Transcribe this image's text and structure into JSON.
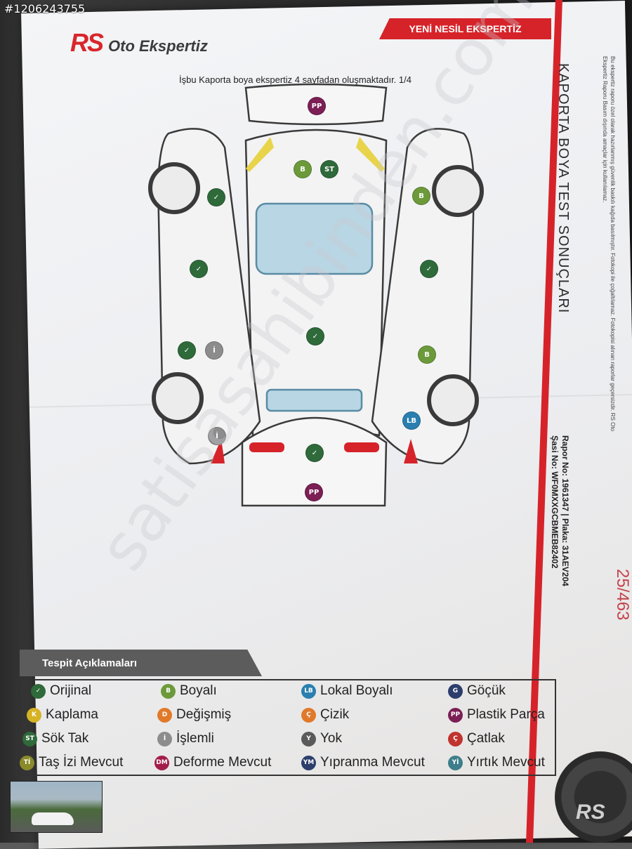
{
  "watermark_id": "#1206243755",
  "logo": {
    "rs": "RS",
    "name": "Oto Ekspertiz"
  },
  "banner": "YENİ NESİL EKSPERTİZ",
  "subtitle": "İşbu Kaporta boya ekspertiz 4 sayfadan oluşmaktadır. 1/4",
  "vertical_title": "KAPORTA BOYA TEST SONUÇLARI",
  "vertical_note": "Bu ekspertiz raporu özel olarak hazırlanmış güvenlik baskılı kağıda basılmıştır. Fotokopi ile çoğaltılamaz. Fotokopisi alınan raporlar geçersizdir. RS Oto Ekspertiz Raporu Basım dışında amaçlar için kullanılamaz.",
  "report": {
    "line1": "Rapor No: 1961347 | Plaka: 31AEV204",
    "line2": "Şasi No: WF0MXXGCBMEB82402"
  },
  "hand_number": "25/463",
  "site_watermark": "satisasahibinden.com",
  "marks": [
    {
      "code": "PP",
      "color": "#7b1f55"
    },
    {
      "code": "B",
      "color": "#6c9a3a"
    },
    {
      "code": "ST",
      "color": "#2f6a3a"
    },
    {
      "code": "",
      "color": "#2f6a3a"
    },
    {
      "code": "B",
      "color": "#6c9a3a"
    },
    {
      "code": "",
      "color": "#2f6a3a"
    },
    {
      "code": "",
      "color": "#2f6a3a"
    },
    {
      "code": "",
      "color": "#2f6a3a"
    },
    {
      "code": "İ",
      "color": "#8c8c8c"
    },
    {
      "code": "B",
      "color": "#6c9a3a"
    },
    {
      "code": "",
      "color": "#2f6a3a"
    },
    {
      "code": "İ",
      "color": "#8c8c8c"
    },
    {
      "code": "LB",
      "color": "#2a7fb0"
    },
    {
      "code": "",
      "color": "#2f6a3a"
    },
    {
      "code": "PP",
      "color": "#7b1f55"
    }
  ],
  "legend": {
    "title": "Tespit Açıklamaları",
    "items": [
      {
        "code": "",
        "label": "Orijinal",
        "color": "#2f6a3a",
        "icon": "check-icon"
      },
      {
        "code": "B",
        "label": "Boyalı",
        "color": "#6c9a3a"
      },
      {
        "code": "LB",
        "label": "Lokal Boyalı",
        "color": "#2a7fb0"
      },
      {
        "code": "G",
        "label": "Göçük",
        "color": "#2c3e6b"
      },
      {
        "code": "K",
        "label": "Kaplama",
        "color": "#d6b324"
      },
      {
        "code": "D",
        "label": "Değişmiş",
        "color": "#e07a2a"
      },
      {
        "code": "Ç",
        "label": "Çizik",
        "color": "#e07a2a"
      },
      {
        "code": "PP",
        "label": "Plastik Parça",
        "color": "#7b1f55"
      },
      {
        "code": "ST",
        "label": "Sök Tak",
        "color": "#2f6a3a"
      },
      {
        "code": "İ",
        "label": "İşlemli",
        "color": "#8c8c8c"
      },
      {
        "code": "Y",
        "label": "Yok",
        "color": "#5a5a5a"
      },
      {
        "code": "Ç",
        "label": "Çatlak",
        "color": "#c0332f"
      },
      {
        "code": "Tİ",
        "label": "Taş İzi Mevcut",
        "color": "#8a8a2a"
      },
      {
        "code": "DM",
        "label": "Deforme Mevcut",
        "color": "#a31d4a"
      },
      {
        "code": "YM",
        "label": "Yıpranma Mevcut",
        "color": "#2c3e6b"
      },
      {
        "code": "Yİ",
        "label": "Yırtık Mevcut",
        "color": "#3d7e8a"
      }
    ]
  },
  "seal_text": "RS"
}
